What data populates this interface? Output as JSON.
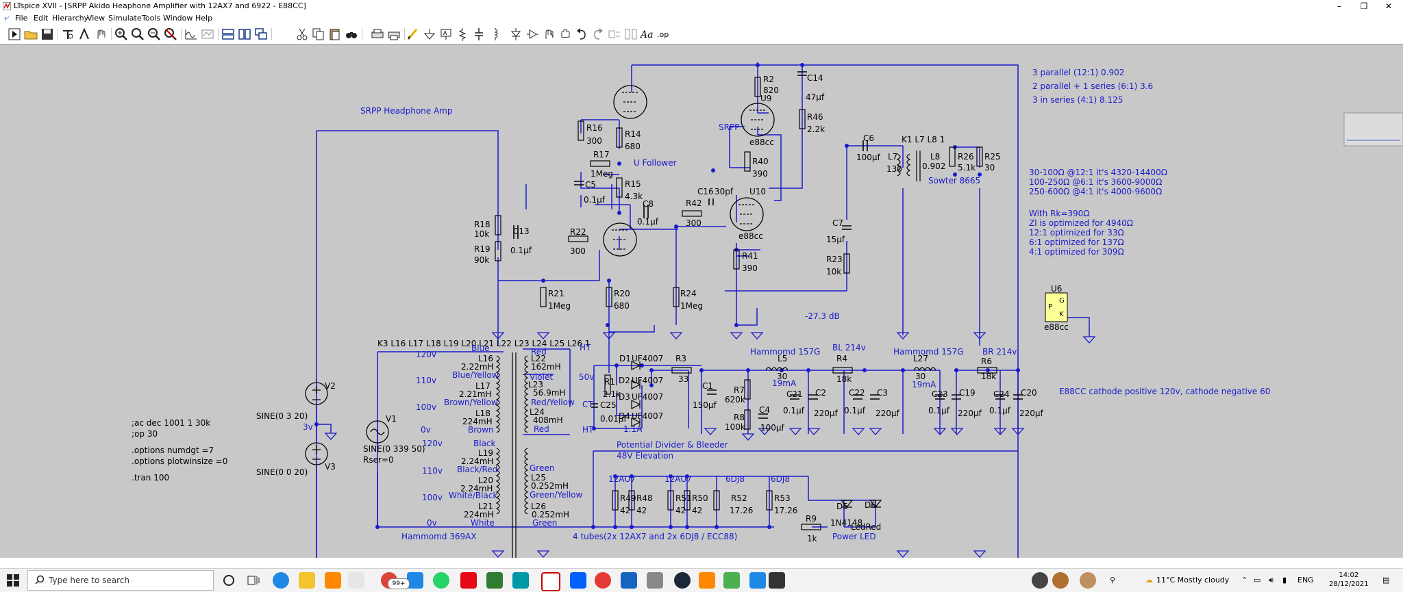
{
  "window": {
    "title": "LTspice XVII - [SRPP Akido Heaphone Amplifier with 12AX7 and 6922 - E88CC]",
    "minimize": "–",
    "maximize": "❐",
    "close": "✕"
  },
  "menu": [
    "File",
    "Edit",
    "Hierarchy",
    "View",
    "Simulate",
    "Tools",
    "Window",
    "Help"
  ],
  "schematic": {
    "heading": "SRPP Headphone Amp",
    "notes_topright": [
      "3 parallel (12:1) 0.902",
      "2 parallel + 1 series (6:1) 3.6",
      "3 in series (4:1) 8.125"
    ],
    "notes_impedance": [
      "30-100Ω @12:1 it's 4320-14400Ω",
      "100-250Ω @6:1 it's 3600-9000Ω",
      "250-600Ω @4:1 it's 4000-9600Ω"
    ],
    "notes_rk": [
      "With Rk=390Ω",
      "Zl is optimized for 4940Ω",
      "12:1 optimized for 33Ω",
      "6:1 optimized for 137Ω",
      "4:1 optimized for 309Ω"
    ],
    "cathode_note": "E88CC cathode positive 120v, cathode negative 60",
    "spice": [
      ";ac dec 1001 1 30k",
      ";op 30",
      ".options numdgt =7",
      ".options plotwinsize =0",
      ".tran 100"
    ],
    "labels": {
      "u_follower": "U Follower",
      "srpp": "SRPP",
      "db": "-27.3 dB",
      "sowter": "Sowter 8665",
      "k1": "K1 L7 L8 1",
      "k3": "K3 L16 L17 L18 L19 L20 L21 L22 L23 L24 L25 L26 1",
      "hammond157_1": "Hammomd 157G",
      "hammond157_2": "Hammomd 157G",
      "bl214_1": "BL 214v",
      "br214": "BR 214v",
      "hammond369": "Hammomd 369AX",
      "potdiv": "Potential Divider & Bleeder",
      "elev": "48V Elevation",
      "tubes": "4 tubes(2x 12AX7 and 2x 6DJ8 / ECC88)",
      "powerled": "Power LED",
      "ht1": "HT",
      "ht2": "HT",
      "ct": "CT",
      "v50": "50v",
      "ma1": "19mA",
      "ma2": "19mA",
      "amp": "1.1A"
    },
    "sources": {
      "v1": "V1",
      "v1_val": "SINE(0 339 50)",
      "v1_rser": "Rser=0",
      "v2": "V2",
      "v2_val": "SINE(0 3 20)",
      "v2_3v": "3v",
      "v3": "V3",
      "v3_val": "SINE(0 0 20)"
    },
    "u6": {
      "name": "U6",
      "p": "P",
      "g": "G",
      "k": "K",
      "model": "e88cc"
    },
    "parts": [
      {
        "n": "R2",
        "v": "820"
      },
      {
        "n": "C14",
        "v": "47µf"
      },
      {
        "n": "U9",
        "v": "e88cc"
      },
      {
        "n": "R46",
        "v": "2.2k"
      },
      {
        "n": "R16",
        "v": "300"
      },
      {
        "n": "R14",
        "v": "680"
      },
      {
        "n": "R17",
        "v": "1Meg"
      },
      {
        "n": "R15",
        "v": "4.3k"
      },
      {
        "n": "C5",
        "v": "0.1µf"
      },
      {
        "n": "C8",
        "v": "0.1µf"
      },
      {
        "n": "R42",
        "v": "300"
      },
      {
        "n": "C16",
        "v": "30pf"
      },
      {
        "n": "U10",
        "v": "e88cc"
      },
      {
        "n": "R40",
        "v": "390"
      },
      {
        "n": "C6",
        "v": "100µf"
      },
      {
        "n": "L7",
        "v": "130"
      },
      {
        "n": "L8",
        "v": "0.902"
      },
      {
        "n": "R26",
        "v": "5.1k"
      },
      {
        "n": "R25",
        "v": "30"
      },
      {
        "n": "C7",
        "v": "15µf"
      },
      {
        "n": "R23",
        "v": "10k"
      },
      {
        "n": "R41",
        "v": "390"
      },
      {
        "n": "R18",
        "v": "10k"
      },
      {
        "n": "R19",
        "v": "90k"
      },
      {
        "n": "C13",
        "v": "0.1µf"
      },
      {
        "n": "R22",
        "v": "300"
      },
      {
        "n": "R21",
        "v": "1Meg"
      },
      {
        "n": "R20",
        "v": "680"
      },
      {
        "n": "R24",
        "v": "1Meg"
      }
    ],
    "psu": {
      "d1": "D1",
      "d1v": "UF4007",
      "d2": "D2",
      "d2v": "UF4007",
      "d3": "D3",
      "d3v": "UF4007",
      "d4": "D4",
      "d4v": "UF4007",
      "r1": "R1",
      "r1v": "2.1k",
      "c25": "C25",
      "c25v": "0.01µf",
      "r3": "R3",
      "r3v": "33",
      "c1": "C1",
      "c1v": "150µf",
      "r7": "R7",
      "r7v": "620k",
      "r8": "R8",
      "r8v": "100k",
      "c4": "C4",
      "c4v": "100µf",
      "l5": "L5",
      "l5v": "30",
      "c21": "C21",
      "c21v": "0.1µf",
      "c2": "C2",
      "c2v": "220µf",
      "r4": "R4",
      "r4v": "18k",
      "c22": "C22",
      "c22v": "0.1µf",
      "c3": "C3",
      "c3v": "220µf",
      "l27": "L27",
      "l27v": "30",
      "c23": "C23",
      "c23v": "0.1µf",
      "c19": "C19",
      "c19v": "220µf",
      "r6": "R6",
      "r6v": "18k",
      "c24": "C24",
      "c24v": "0.1µf",
      "c20": "C20",
      "c20v": "220µf"
    },
    "tx": {
      "l16": "L16",
      "l16v": "2.22mH",
      "l17": "L17",
      "l17v": "2.21mH",
      "l18": "L18",
      "l18v": "224mH",
      "l19": "L19",
      "l19v": "2.24mH",
      "l20": "L20",
      "l20v": "2.24mH",
      "l21": "L21",
      "l21v": "224mH",
      "l22": "L22",
      "l22v": "162mH",
      "l23": "L23",
      "l23v": "56.9mH",
      "l24": "L24",
      "l24v": "408mH",
      "l25": "L25",
      "l25v": "0.252mH",
      "l26": "L26",
      "l26v": "0.252mH",
      "taps_l": [
        "120v",
        "110v",
        "100v",
        "0v",
        "120v",
        "110v",
        "100v",
        "0v"
      ],
      "wires_l": [
        "Blue",
        "Blue/Yellow",
        "Brown/Yellow",
        "Brown",
        "Black",
        "Black/Red",
        "White/Black",
        "White"
      ],
      "wires_r": [
        "Red",
        "Violet",
        "Red/Yellow",
        "Red",
        "Green",
        "Green/Yellow",
        "Green"
      ]
    },
    "heaters": {
      "t1": "12AU7",
      "t2": "12AU7",
      "t3": "6DJ8",
      "t4": "6DJ8",
      "r49": "R49",
      "r49v": "42",
      "r48": "R48",
      "r48v": "42",
      "r51": "R51",
      "r51v": "42",
      "r50": "R50",
      "r50v": "42",
      "r52": "R52",
      "r52v": "17.26",
      "r53": "R53",
      "r53v": "17.26",
      "r9": "R9",
      "r9v": "1k",
      "d5": "D5",
      "d5v": "1N4148",
      "d6": "D6",
      "d6v": "LedRed"
    }
  },
  "taskbar": {
    "search_placeholder": "Type here to search",
    "badge": "99+",
    "weather": "11°C  Mostly cloudy",
    "lang": "ENG",
    "time": "14:02",
    "date": "28/12/2021"
  },
  "colors": {
    "wire": "#1a1acc",
    "canvas": "#c8c8c8",
    "component": "#000000"
  }
}
